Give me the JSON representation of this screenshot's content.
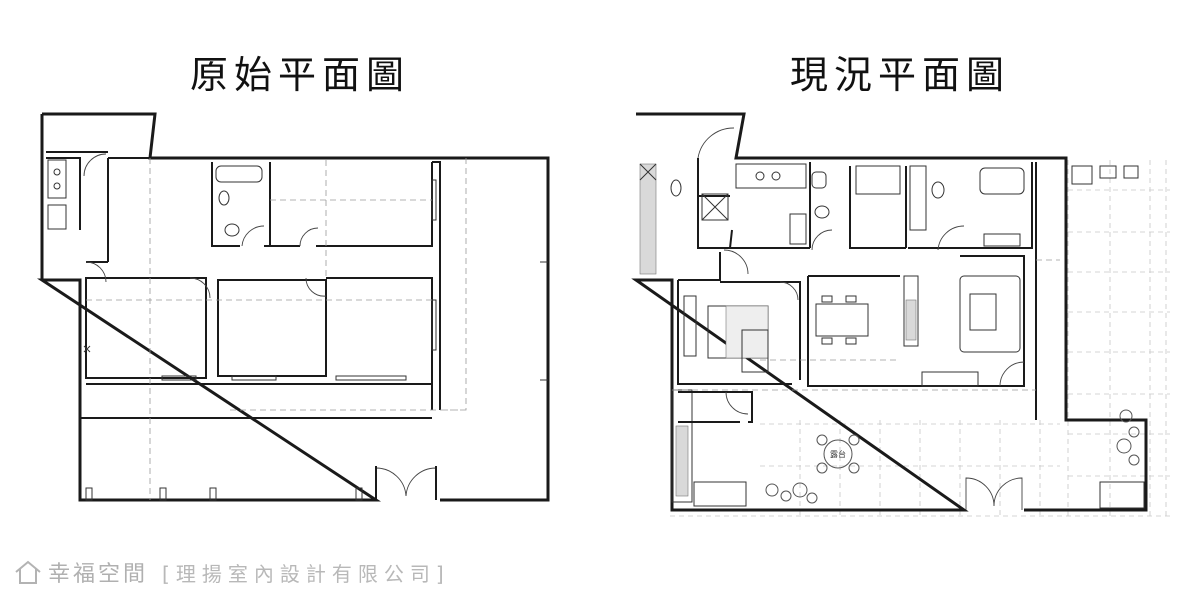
{
  "titles": {
    "original": "原始平面圖",
    "current": "現況平面圖"
  },
  "labels": {
    "balcony": "露台"
  },
  "footer": {
    "brand": "幸福空間",
    "company": "[理揚室內設計有限公司]",
    "icon": "home-icon"
  },
  "colors": {
    "walls": "#1a1a1a",
    "watermark": "#b3b3b3",
    "grid": "#c7c7c7"
  }
}
